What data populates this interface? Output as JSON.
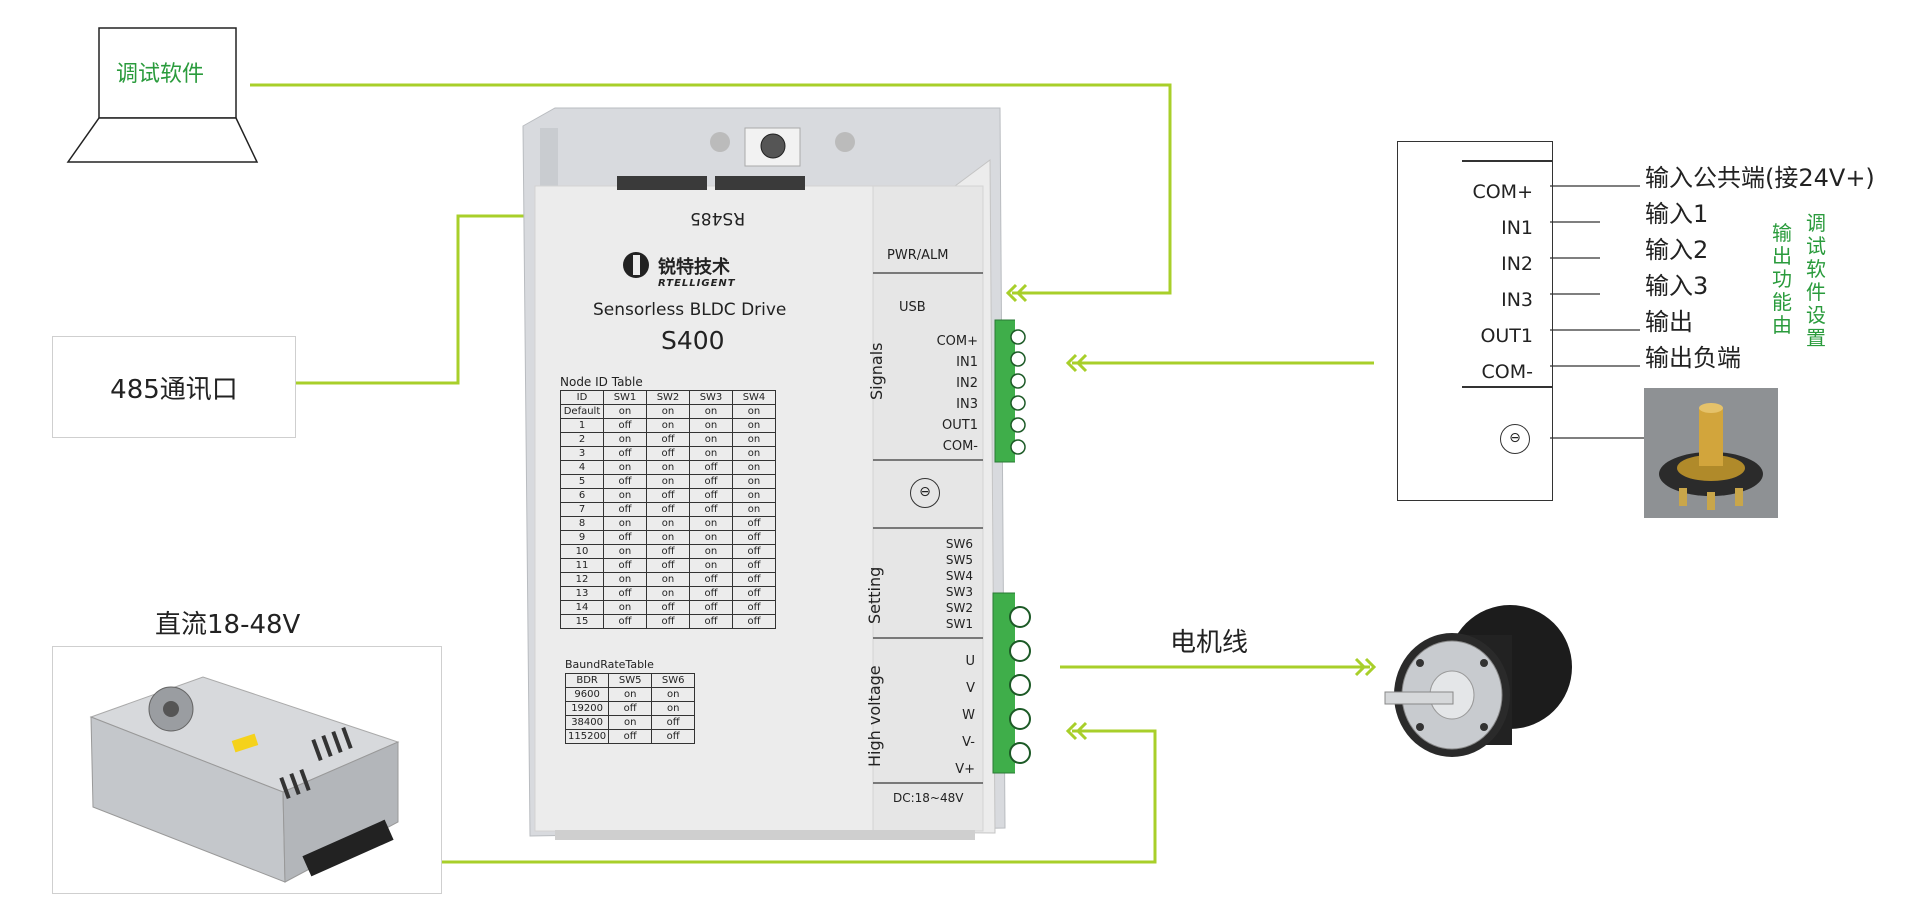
{
  "colors": {
    "wire": "#a8cf2a",
    "green_text": "#2a9b3c",
    "terminal": "#3fae4a",
    "drive_face": "#ececec"
  },
  "software": {
    "label": "调试软件",
    "icon": "laptop-icon"
  },
  "rs485_box": {
    "label": "485通讯口"
  },
  "psu": {
    "title": "直流18-48V",
    "icon": "power-supply-image"
  },
  "motor": {
    "label": "电机线",
    "icon": "bldc-motor-image"
  },
  "potentiometer": {
    "icon": "potentiometer-image"
  },
  "drive": {
    "port_label": "RS485",
    "brand_cn": "锐特技术",
    "brand_en": "RTELLIGENT",
    "subtitle": "Sensorless BLDC  Drive",
    "model": "S400",
    "pwr_alm": "PWR/ALM",
    "usb": "USB",
    "signals_title": "Signals",
    "signals": [
      "COM+",
      "IN1",
      "IN2",
      "IN3",
      "OUT1",
      "COM-"
    ],
    "pot_symbol": "⊖",
    "setting_title": "Setting",
    "setting": [
      "SW6",
      "SW5",
      "SW4",
      "SW3",
      "SW2",
      "SW1"
    ],
    "hv_title": "High voltage",
    "hv": [
      "U",
      "V",
      "W",
      "V-",
      "V+"
    ],
    "dc": "DC:18~48V",
    "node_table": {
      "title": "Node ID  Table",
      "headers": [
        "ID",
        "SW1",
        "SW2",
        "SW3",
        "SW4"
      ],
      "rows": [
        [
          "Default",
          "on",
          "on",
          "on",
          "on"
        ],
        [
          "1",
          "off",
          "on",
          "on",
          "on"
        ],
        [
          "2",
          "on",
          "off",
          "on",
          "on"
        ],
        [
          "3",
          "off",
          "off",
          "on",
          "on"
        ],
        [
          "4",
          "on",
          "on",
          "off",
          "on"
        ],
        [
          "5",
          "off",
          "on",
          "off",
          "on"
        ],
        [
          "6",
          "on",
          "off",
          "off",
          "on"
        ],
        [
          "7",
          "off",
          "off",
          "off",
          "on"
        ],
        [
          "8",
          "on",
          "on",
          "on",
          "off"
        ],
        [
          "9",
          "off",
          "on",
          "on",
          "off"
        ],
        [
          "10",
          "on",
          "off",
          "on",
          "off"
        ],
        [
          "11",
          "off",
          "off",
          "on",
          "off"
        ],
        [
          "12",
          "on",
          "on",
          "off",
          "off"
        ],
        [
          "13",
          "off",
          "on",
          "off",
          "off"
        ],
        [
          "14",
          "on",
          "off",
          "off",
          "off"
        ],
        [
          "15",
          "off",
          "off",
          "off",
          "off"
        ]
      ]
    },
    "baud_table": {
      "title": "BaundRateTable",
      "headers": [
        "BDR",
        "SW5",
        "SW6"
      ],
      "rows": [
        [
          "9600",
          "on",
          "on"
        ],
        [
          "19200",
          "off",
          "on"
        ],
        [
          "38400",
          "on",
          "off"
        ],
        [
          "115200",
          "off",
          "off"
        ]
      ]
    }
  },
  "io_panel": {
    "pins": [
      "COM+",
      "IN1",
      "IN2",
      "IN3",
      "OUT1",
      "COM-"
    ],
    "descriptions": [
      "输入公共端(接24V+)",
      "输入1",
      "输入2",
      "输入3",
      "输出",
      "输出负端"
    ],
    "pot_symbol": "⊖",
    "side_note_output": "输出功能由",
    "side_note_software": "调试软件设置"
  }
}
